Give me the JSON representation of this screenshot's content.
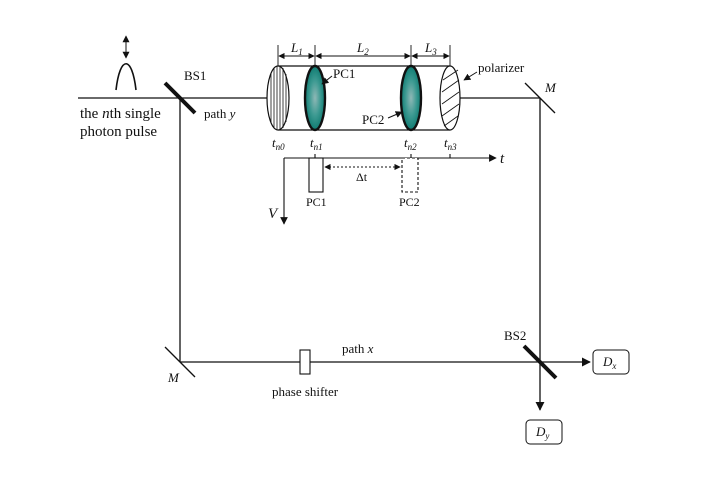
{
  "labels": {
    "pulse_line1_pre": "the ",
    "pulse_line1_n": "n",
    "pulse_line1_post": "th single",
    "pulse_line2": "photon pulse",
    "bs1": "BS1",
    "path_y_word": "path ",
    "path_y_var": "y",
    "L1": "L",
    "L1_sub": "1",
    "L2": "L",
    "L2_sub": "2",
    "L3": "L",
    "L3_sub": "3",
    "pc1": "PC1",
    "pc2": "PC2",
    "polarizer": "polarizer",
    "mirror_top": "M",
    "mirror_bottom": "M",
    "t_axis": "t",
    "tn0": "t",
    "tn0_sub": "n0",
    "tn1": "t",
    "tn1_sub": "n1",
    "tn2": "t",
    "tn2_sub": "n2",
    "tn3": "t",
    "tn3_sub": "n3",
    "delta_t": "Δt",
    "v_axis": "V",
    "pulse_pc1": "PC1",
    "pulse_pc2": "PC2",
    "bs2": "BS2",
    "path_x_word": "path ",
    "path_x_var": "x",
    "phase_shifter": "phase shifter",
    "dx": "D",
    "dx_sub": "x",
    "dy": "D",
    "dy_sub": "y"
  },
  "colors": {
    "pockels_cell_fill": "#1a8a80",
    "pockels_cell_core": "#6fa8a8",
    "line": "#111111"
  }
}
